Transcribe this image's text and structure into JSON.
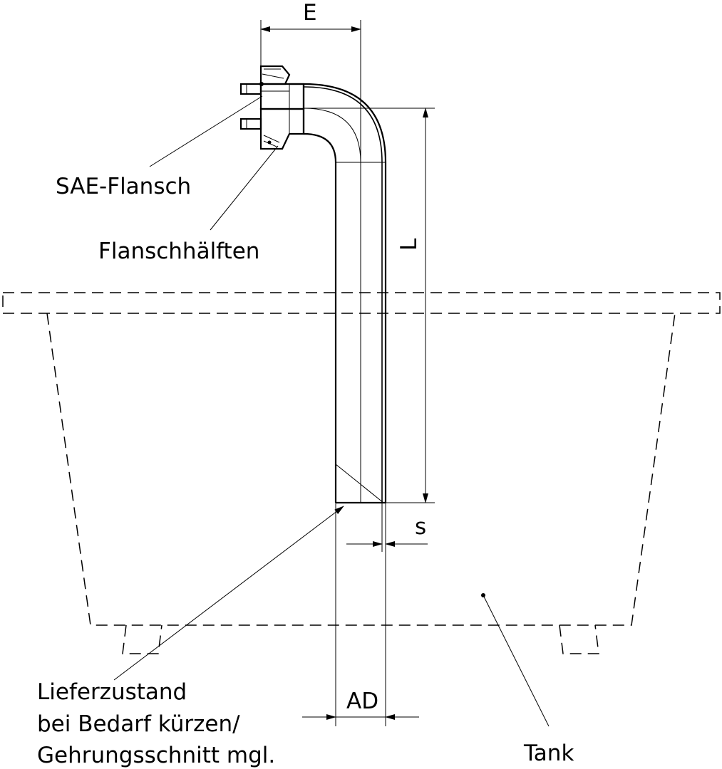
{
  "labels": {
    "dim_e": "E",
    "dim_l": "L",
    "dim_s": "s",
    "dim_ad": "AD",
    "sae_flange": "SAE-Flansch",
    "flange_halves": "Flanschhälften",
    "supply_line1": "Lieferzustand",
    "supply_line2": "bei Bedarf kürzen/",
    "supply_line3": "Gehrungsschnitt mgl.",
    "tank": "Tank"
  }
}
